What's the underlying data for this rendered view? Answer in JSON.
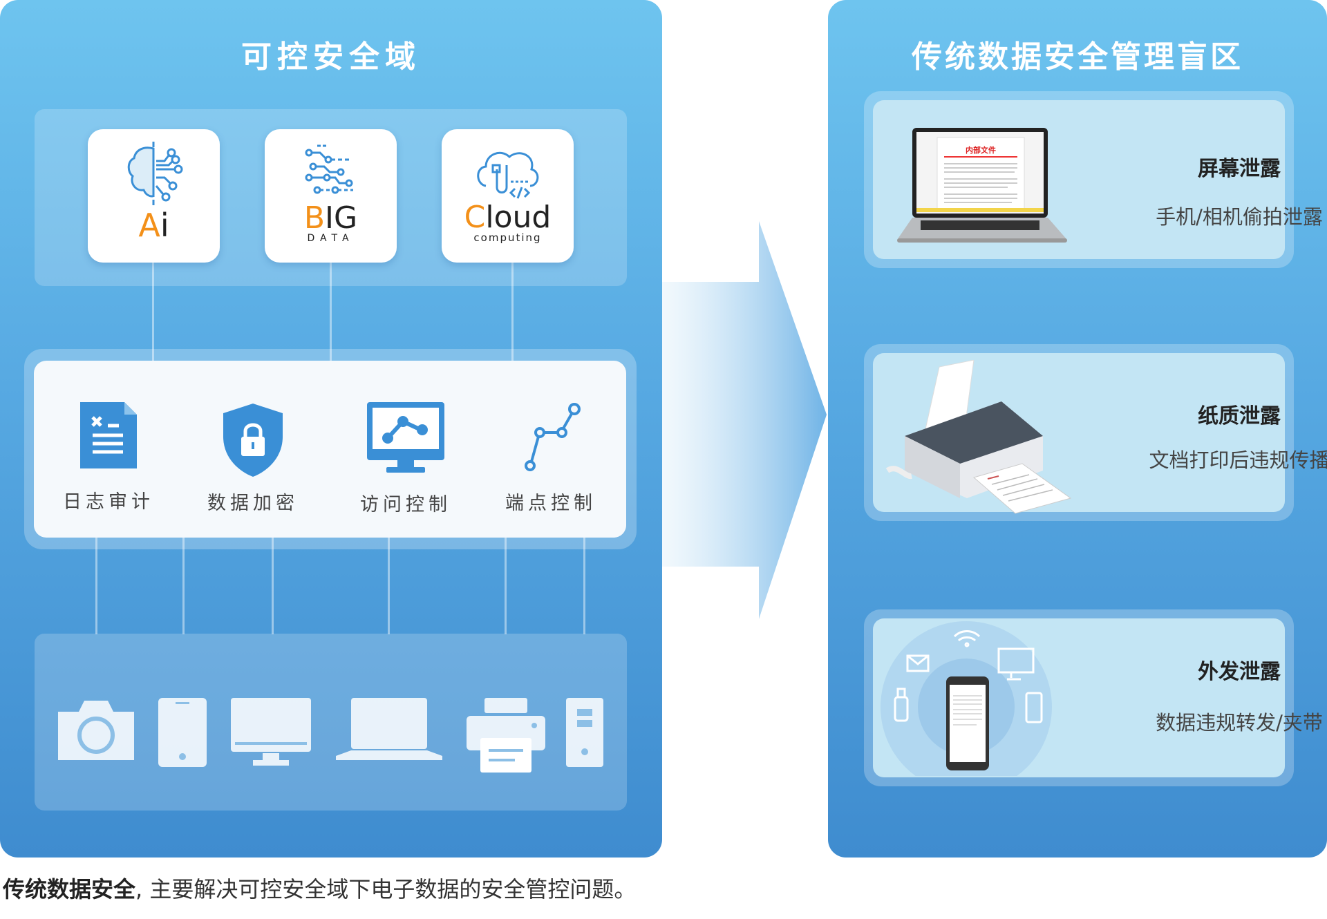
{
  "left_panel": {
    "title": "可控安全域",
    "tech_cards": [
      {
        "main_accent": "A",
        "main_rest": "i",
        "sub": ""
      },
      {
        "main_accent": "B",
        "main_rest": "IG",
        "sub": "DATA"
      },
      {
        "main_accent": "C",
        "main_rest": "loud",
        "sub": "computing"
      }
    ],
    "controls": [
      {
        "label": "日志审计",
        "icon": "log-document-icon"
      },
      {
        "label": "数据加密",
        "icon": "shield-lock-icon"
      },
      {
        "label": "访问控制",
        "icon": "monitor-network-icon"
      },
      {
        "label": "端点控制",
        "icon": "endpoint-path-icon"
      }
    ],
    "devices": [
      "camera-icon",
      "tablet-icon",
      "monitor-icon",
      "laptop-icon",
      "printer-icon",
      "server-icon"
    ]
  },
  "right_panel": {
    "title": "传统数据安全管理盲区",
    "cards": [
      {
        "title": "屏幕泄露",
        "subtitle": "手机/相机偷拍泄露",
        "image": "laptop-document",
        "doc_heading": "内部文件"
      },
      {
        "title": "纸质泄露",
        "subtitle": "文档打印后违规传播",
        "image": "printer-paper"
      },
      {
        "title": "外发泄露",
        "subtitle": "数据违规转发/夹带",
        "image": "phone-devices"
      }
    ]
  },
  "caption": {
    "bold": "传统数据安全",
    "rest": ", 主要解决可控安全域下电子数据的安全管控问题。"
  },
  "colors": {
    "accent_orange": "#f39019",
    "icon_blue": "#3a8fd6",
    "panel_top": "#6ec4ef",
    "panel_bottom": "#3f8ccf",
    "card_bg": "#c3e5f4"
  }
}
